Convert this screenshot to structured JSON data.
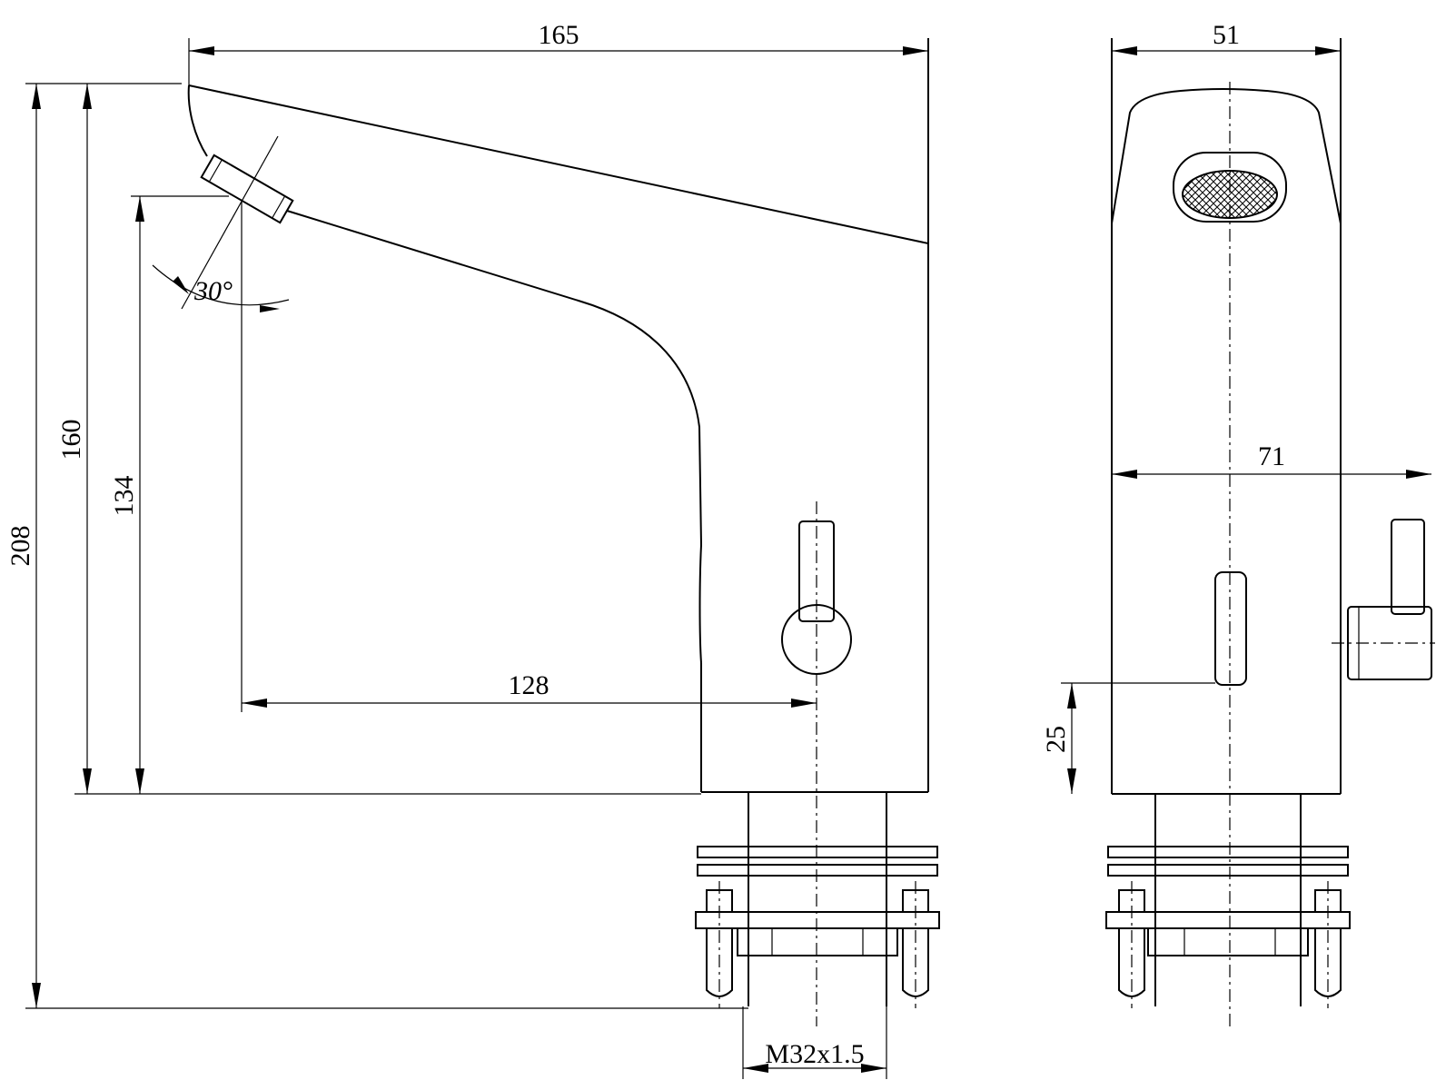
{
  "diagram": {
    "dimensions": {
      "overall_length": "165",
      "angle": "30°",
      "height_total": "208",
      "height_body": "160",
      "height_outlet": "134",
      "reach": "128",
      "thread": "M32x1.5",
      "width_front": "51",
      "width_handle": "71",
      "sensor_height": "25"
    },
    "colors": {
      "line": "#000000",
      "background": "#ffffff"
    }
  }
}
